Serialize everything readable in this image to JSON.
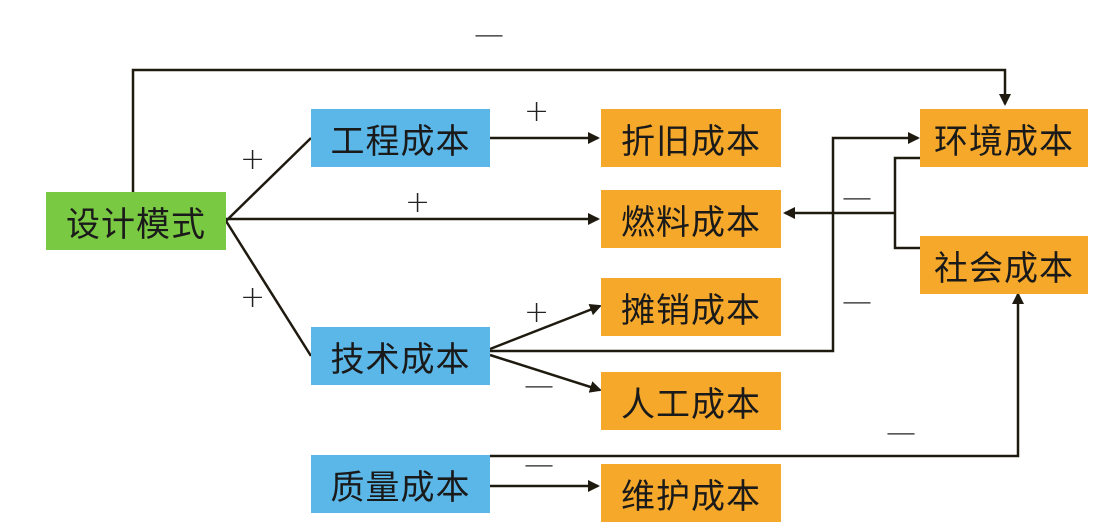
{
  "colors": {
    "root_fill": "#7ac943",
    "driver_fill": "#5bb7e8",
    "cost_fill": "#f5a82a",
    "line": "#1f1a0f"
  },
  "nodes": {
    "design": "设计模式",
    "engineering": "工程成本",
    "technical": "技术成本",
    "quality": "质量成本",
    "depreciation": "折旧成本",
    "fuel": "燃料成本",
    "amortization": "摊销成本",
    "labor": "人工成本",
    "maintenance": "维护成本",
    "environment": "环境成本",
    "social": "社会成本"
  },
  "signs": {
    "design_to_environment": "—",
    "design_to_engineering": "+",
    "design_to_technical": "+",
    "design_to_fuel": "+",
    "engineering_to_depreciation": "+",
    "environment_social_to_fuel": "—",
    "technical_to_environment": "—",
    "technical_to_amortization": "+",
    "technical_to_labor": "—",
    "quality_to_social": "—",
    "quality_to_maintenance": "—"
  }
}
